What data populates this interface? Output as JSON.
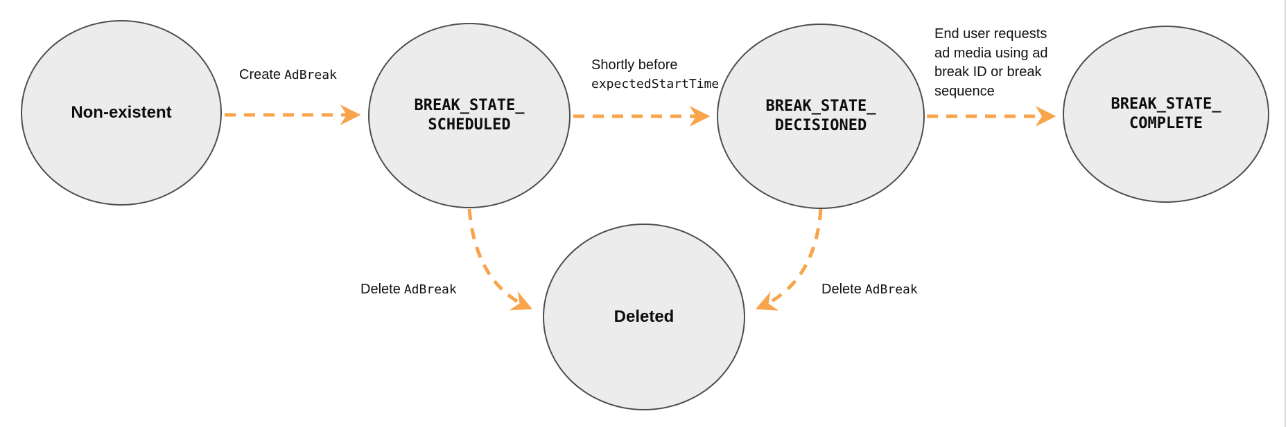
{
  "diagram": {
    "nodes": {
      "non_existent": {
        "label": "Non-existent"
      },
      "break_state_scheduled": {
        "label": "BREAK_STATE_\nSCHEDULED"
      },
      "break_state_decisioned": {
        "label": "BREAK_STATE_\nDECISIONED"
      },
      "break_state_complete": {
        "label": "BREAK_STATE_\nCOMPLETE"
      },
      "deleted": {
        "label": "Deleted"
      }
    },
    "edges": {
      "create_ad_break": {
        "action": "Create",
        "code": "AdBreak"
      },
      "shortly_before": {
        "text": "Shortly before",
        "code": "expectedStartTime"
      },
      "end_user_requests": {
        "text": "End user requests\nad media using ad\nbreak ID or break\nsequence"
      },
      "delete_ad_break_left": {
        "action": "Delete",
        "code": "AdBreak"
      },
      "delete_ad_break_right": {
        "action": "Delete",
        "code": "AdBreak"
      }
    },
    "colors": {
      "arrow": "#F7A44C",
      "node_fill": "#ECECEC",
      "node_border": "#4D4D4D",
      "label_text": "#121212",
      "page_edge_line": "#DCDCDC"
    }
  }
}
